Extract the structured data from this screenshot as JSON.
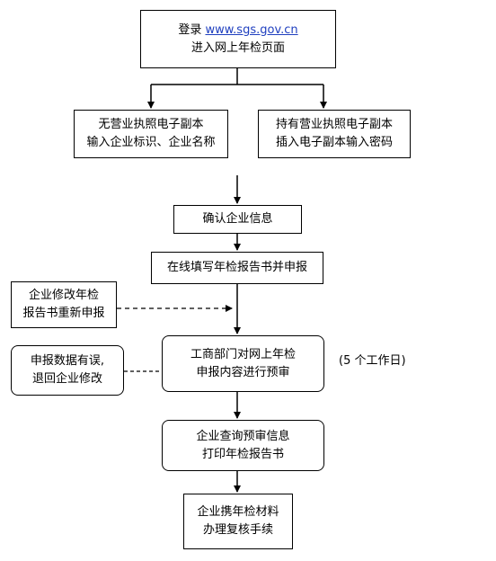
{
  "diagram": {
    "login": {
      "prefix": "登录 ",
      "url": "www.sgs.gov.cn",
      "line2": "进入网上年检页面"
    },
    "no_license": {
      "line1": "无营业执照电子副本",
      "line2": "输入企业标识、企业名称"
    },
    "has_license": {
      "line1": "持有营业执照电子副本",
      "line2": "插入电子副本输入密码"
    },
    "confirm": {
      "line1": "确认企业信息"
    },
    "fill_report": {
      "line1": "在线填写年检报告书并申报"
    },
    "modify_report": {
      "line1": "企业修改年检",
      "line2": "报告书重新申报"
    },
    "error_return": {
      "line1": "申报数据有误,",
      "line2": "退回企业修改"
    },
    "pre_review": {
      "line1": "工商部门对网上年检",
      "line2": "申报内容进行预审"
    },
    "pre_review_note": "(5 个工作日)",
    "query": {
      "line1": "企业查询预审信息",
      "line2": "打印年检报告书"
    },
    "bring_materials": {
      "line1": "企业携年检材料",
      "line2": "办理复核手续"
    }
  }
}
